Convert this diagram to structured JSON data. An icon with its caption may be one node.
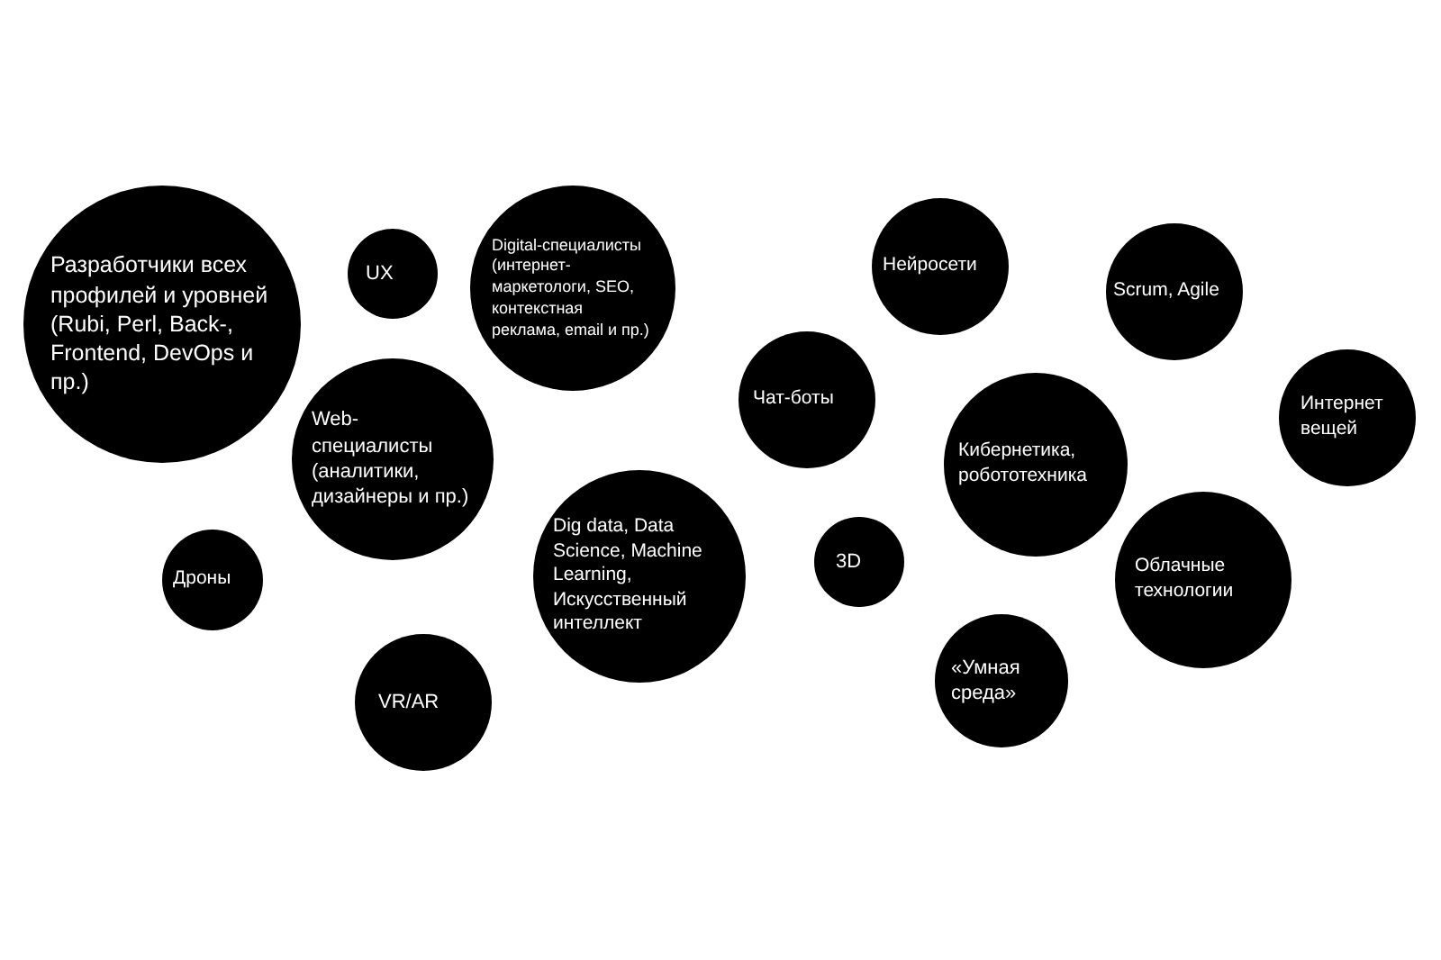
{
  "diagram": {
    "nodes": [
      {
        "text": [
          "Разработчики всех профилей и уровней (Rubi, Perl, Back-, Frontend, DevOps и пр.)"
        ]
      },
      {
        "text": [
          "UX"
        ]
      },
      {
        "text": [
          "Digital-специалисты (интернет-маркетологи, SEO, контекстная реклама, email и пр.)"
        ]
      },
      {
        "text": [
          "Web-специалисты (аналитики, дизайнеры и пр.)"
        ]
      },
      {
        "text": [
          "Дроны"
        ]
      },
      {
        "text": [
          "VR/AR"
        ]
      },
      {
        "text": [
          "Dig data, Data Science, Machine Learning, Искусственный интеллект"
        ]
      },
      {
        "text": [
          "Чат-боты"
        ]
      },
      {
        "text": [
          "Нейросети"
        ]
      },
      {
        "text": [
          "Scrum, Agile"
        ]
      },
      {
        "text": [
          "Интернет вещей"
        ]
      },
      {
        "text": [
          "Кибернетика, робототехника"
        ]
      },
      {
        "text": [
          "3D"
        ]
      },
      {
        "text": [
          "Облачные технологии"
        ]
      },
      {
        "text": [
          "«Умная среда»"
        ]
      }
    ]
  }
}
